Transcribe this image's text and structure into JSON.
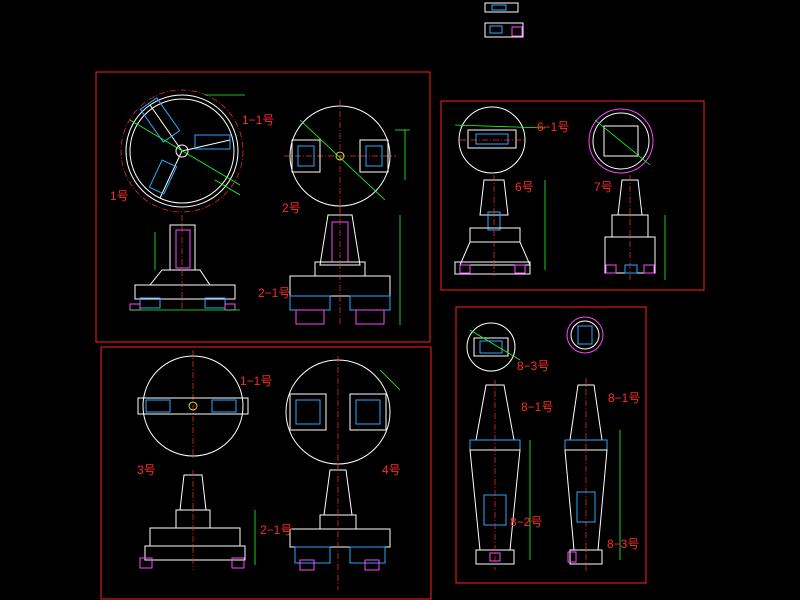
{
  "labels": {
    "p1_part_1_1": "1−1号",
    "p1_part_1": "1号",
    "p1_part_2": "2号",
    "p1_part_2_1": "2−1号",
    "p2_part_6_1": "6−1号",
    "p2_part_6": "6号",
    "p2_part_7": "7号",
    "p3_part_1_1": "1−1号",
    "p3_part_3": "3号",
    "p3_part_4": "4号",
    "p3_part_2_1": "2−1号",
    "p4_part_8_3_top": "8−3号",
    "p4_part_8_1_a": "8−1号",
    "p4_part_8_1_b": "8−1号",
    "p4_part_8_2": "8−2号",
    "p4_part_8_3": "8−3号"
  },
  "colors": {
    "frame": "#ff2020",
    "outline": "#ffffff",
    "cyan": "#2aa9ff",
    "magenta": "#ff44ff",
    "dimension": "#22ff22",
    "centerline": "#ff3030",
    "label": "#ff2a2a",
    "background": "#000000"
  }
}
